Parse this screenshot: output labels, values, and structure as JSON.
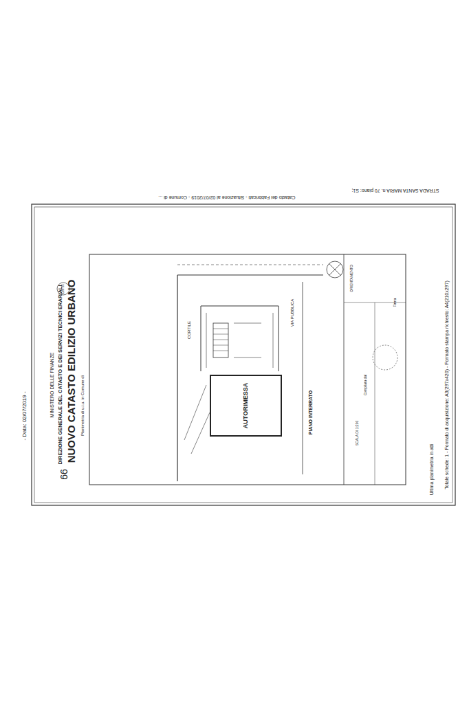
{
  "diagram": {
    "title": "NUOVO CATASTO EDILIZIO URBANO",
    "nodes": [
      {
        "text": [
          "AUTORIMESSA"
        ]
      }
    ],
    "labels": [
      "MINISTERO DELLE FINANZE",
      "DIREZIONE GENERALE DEL CATASTO E DEI SERVIZI TECNICI ERARIALI",
      "Planimetria di u.i.u. in Comune di",
      "Lire 50",
      "66",
      "- Data: 02/07/2019 -",
      "Catasto dei Fabbricati - Situazione al 02/07/2019 - Comune di ...",
      "STRADA SANTA MARIA n. 70 piano: S1;",
      "Ultima planimetria in atti",
      "Totale schede: 1 - Formato di acquisizione: A3(297x420) - Formato stampa richiesto: A4(210x297)",
      "PIANO INTERRATO",
      "VIA PUBBLICA",
      "CORTILE",
      "ORIENTAMENTO",
      "SCALA DI 1:200",
      "Compilata dal",
      "Firma"
    ]
  }
}
